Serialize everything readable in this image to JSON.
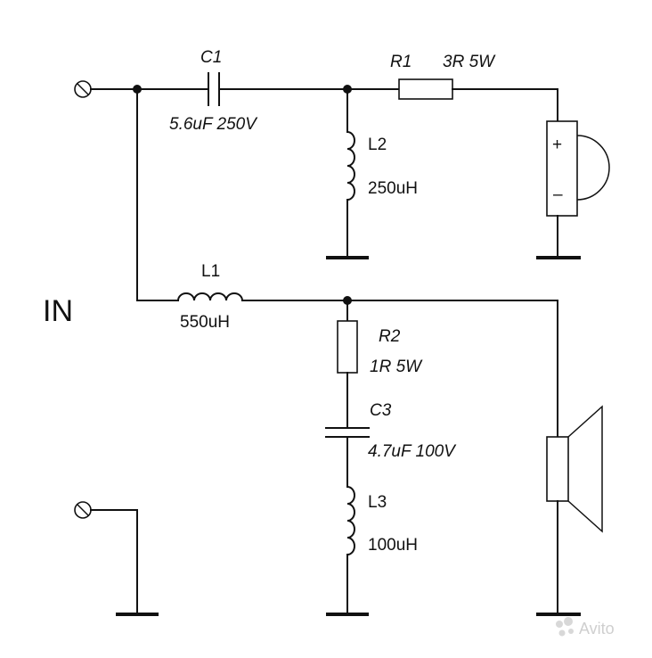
{
  "labels": {
    "input": "IN",
    "c1_name": "C1",
    "c1_value": "5.6uF 250V",
    "r1_name": "R1",
    "r1_value": "3R 5W",
    "l2_name": "L2",
    "l2_value": "250uH",
    "l1_name": "L1",
    "l1_value": "550uH",
    "r2_name": "R2",
    "r2_value": "1R 5W",
    "c3_name": "C3",
    "c3_value": "4.7uF 100V",
    "l3_name": "L3",
    "l3_value": "100uH",
    "plus": "+",
    "minus": "–"
  },
  "watermark": "Avito"
}
